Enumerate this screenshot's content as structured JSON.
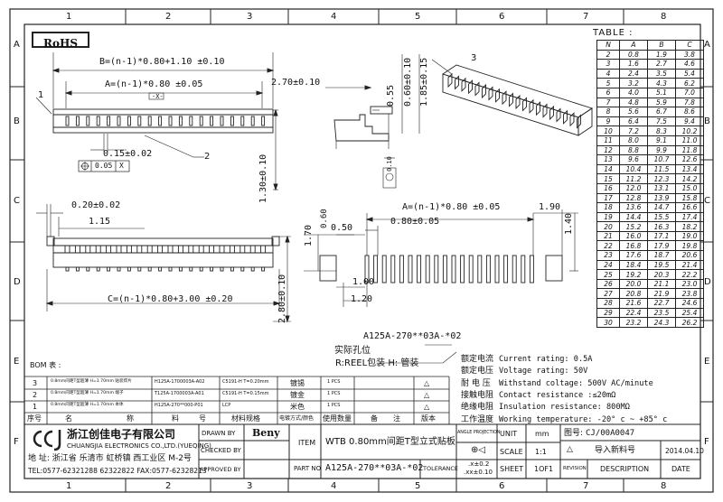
{
  "grid": {
    "cols": [
      "1",
      "2",
      "3",
      "4",
      "5",
      "6",
      "7",
      "8"
    ],
    "rows": [
      "A",
      "B",
      "C",
      "D",
      "E",
      "F"
    ]
  },
  "rohs": "RoHS",
  "table": {
    "title": "TABLE :",
    "headers": [
      "N",
      "A",
      "B",
      "C"
    ],
    "rows": [
      [
        "2",
        "0.8",
        "1.9",
        "3.8"
      ],
      [
        "3",
        "1.6",
        "2.7",
        "4.6"
      ],
      [
        "4",
        "2.4",
        "3.5",
        "5.4"
      ],
      [
        "5",
        "3.2",
        "4.3",
        "6.2"
      ],
      [
        "6",
        "4.0",
        "5.1",
        "7.0"
      ],
      [
        "7",
        "4.8",
        "5.9",
        "7.8"
      ],
      [
        "8",
        "5.6",
        "6.7",
        "8.6"
      ],
      [
        "9",
        "6.4",
        "7.5",
        "9.4"
      ],
      [
        "10",
        "7.2",
        "8.3",
        "10.2"
      ],
      [
        "11",
        "8.0",
        "9.1",
        "11.0"
      ],
      [
        "12",
        "8.8",
        "9.9",
        "11.8"
      ],
      [
        "13",
        "9.6",
        "10.7",
        "12.6"
      ],
      [
        "14",
        "10.4",
        "11.5",
        "13.4"
      ],
      [
        "15",
        "11.2",
        "12.3",
        "14.2"
      ],
      [
        "16",
        "12.0",
        "13.1",
        "15.0"
      ],
      [
        "17",
        "12.8",
        "13.9",
        "15.8"
      ],
      [
        "18",
        "13.6",
        "14.7",
        "16.6"
      ],
      [
        "19",
        "14.4",
        "15.5",
        "17.4"
      ],
      [
        "20",
        "15.2",
        "16.3",
        "18.2"
      ],
      [
        "21",
        "16.0",
        "17.1",
        "19.0"
      ],
      [
        "22",
        "16.8",
        "17.9",
        "19.8"
      ],
      [
        "23",
        "17.6",
        "18.7",
        "20.6"
      ],
      [
        "24",
        "18.4",
        "19.5",
        "21.4"
      ],
      [
        "25",
        "19.2",
        "20.3",
        "22.2"
      ],
      [
        "26",
        "20.0",
        "21.1",
        "23.0"
      ],
      [
        "27",
        "20.8",
        "21.9",
        "23.8"
      ],
      [
        "28",
        "21.6",
        "22.7",
        "24.6"
      ],
      [
        "29",
        "22.4",
        "23.5",
        "25.4"
      ],
      [
        "30",
        "23.2",
        "24.3",
        "26.2"
      ]
    ]
  },
  "dims": {
    "b_formula": "B=(n-1)*0.80+1.10 ±0.10",
    "a_formula": "A=(n-1)*0.80 ±0.05",
    "x_mark": "-X-",
    "w015": "0.15±0.02",
    "pos_tol": "0.05",
    "pos_datum": "X",
    "side_270": "2.70±0.10",
    "side_055": "0.55",
    "side_060": "0.60±0.10",
    "side_185": "1.85±0.15",
    "side_130": "1.30±0.10",
    "front_020": "0.20±0.02",
    "front_115": "1.15",
    "c_formula": "C=(n-1)*0.80+3.00 ±0.20",
    "front_280": "2.80±0.10",
    "pcb_a": "A=(n-1)*0.80 ±0.05",
    "pcb_190": "1.90",
    "pcb_080": "0.80±0.05",
    "pcb_170": "1.70",
    "pcb_050": "0.50",
    "pcb_140": "1.40",
    "pcb_100": "1.00",
    "pcb_120": "1.20",
    "balloon1": "1",
    "balloon2": "2",
    "balloon3": "3"
  },
  "part_code": {
    "code": "A125A-270**03A-*02",
    "hole": "实际孔位",
    "pack": "R:REEL包装  H: 管装"
  },
  "bom": {
    "title": "BOM 表 :",
    "rows": [
      {
        "no": "3",
        "desc": "0.8mm间距T型超薄 H=1.70mm 贴装焊片",
        "part": "H125A-1700003A-A02",
        "mat": "C5191-H T=0.20mm",
        "finish": "镀锡",
        "qty": "1 PCS",
        "sym": "△"
      },
      {
        "no": "2",
        "desc": "0.8mm间距T型超薄 H=1.70mm 端子",
        "part": "T125A-1700003A-A01",
        "mat": "C5191-H T=0.15mm",
        "finish": "镀金",
        "qty": "1 PCS",
        "sym": "△"
      },
      {
        "no": "1",
        "desc": "0.8mm间距T型超薄 H=1.70mm 本体",
        "part": "H125A-270**000-P01",
        "mat": "LCP",
        "finish": "米色",
        "qty": "1 PCS",
        "sym": "△"
      }
    ],
    "headers": [
      "序号",
      "名",
      "称",
      "料",
      "号",
      "材料规格",
      "电镀方式/颜色",
      "使用数量",
      "备",
      "注",
      "版本"
    ]
  },
  "specs": [
    {
      "cn": "额定电流",
      "en": "Current rating: 0.5A"
    },
    {
      "cn": "额定电压",
      "en": "Voltage rating: 50V"
    },
    {
      "cn": "耐 电 压",
      "en": "Withstand coltage: 500V AC/minute"
    },
    {
      "cn": "接触电阻",
      "en": "Contact resistance :≤20mΩ"
    },
    {
      "cn": "绝缘电阻",
      "en": "Insulation resistance: 800MΩ"
    },
    {
      "cn": "工作温度",
      "en": "Working temperature: -20° c ~ +85° c"
    }
  ],
  "title_block": {
    "company_cn": "浙江创佳电子有限公司",
    "company_en": "CHUANGJIA ELECTRONICS CO.,LTD.(YUEQING)",
    "address": "地 址: 浙江省 乐清市 虹桥镇 西工业区 M-2号",
    "tel": "TEL:0577-62321288 62322822 FAX:0577-62328213",
    "drawn_label": "DRAWN BY",
    "drawn_by": "Beny",
    "checked_label": "CHECKED BY",
    "approved_label": "APPROVED BY",
    "item_label": "ITEM",
    "item": "WTB 0.80mm间距T型立式贴板",
    "partno_label": "PART NO",
    "partno": "A125A-270**03A-*02",
    "tolerance_label": "TOLERANCE",
    "tol1": ".x±0.2",
    "tol2": ".xx±0.10",
    "angle_label": "ANGLE PROJECTION",
    "unit_label": "UNIT",
    "unit": "mm",
    "scale_label": "SCALE",
    "scale": "1:1",
    "sheet_label": "SHEET",
    "sheet": "1OF1",
    "drawing_no_label": "图号:",
    "drawing_no": "CJ/00A0047",
    "new_no": "导入新料号",
    "date": "2014.04.10",
    "revision_label": "REVISION",
    "description_label": "DESCRIPTION",
    "date_label": "DATE"
  }
}
